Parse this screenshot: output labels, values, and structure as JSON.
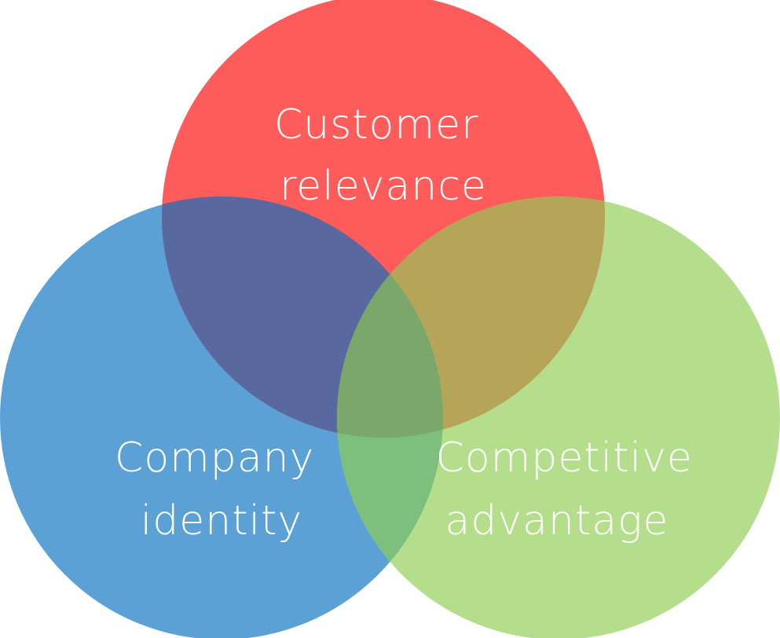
{
  "diagram": {
    "type": "venn",
    "circles": [
      {
        "id": "customer",
        "label_lines": [
          "Customer",
          "relevance"
        ],
        "color": "#fe5b5b"
      },
      {
        "id": "company",
        "label_lines": [
          "Company",
          "identity"
        ],
        "color": "#5ba1d6"
      },
      {
        "id": "competitive",
        "label_lines": [
          "Competitive",
          "advantage"
        ],
        "color": "#b4de8c"
      }
    ],
    "overlap_colors": {
      "customer_company": "#59689e",
      "customer_competitive": "#b6a559",
      "company_competitive": "#7dbf7d",
      "all_three": "#7ba76a"
    }
  }
}
